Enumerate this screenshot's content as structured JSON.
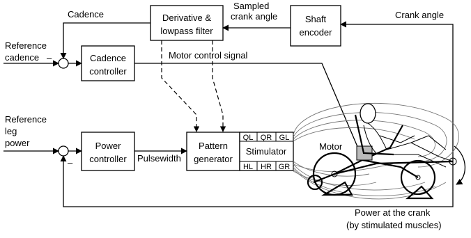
{
  "labels": {
    "cadence": "Cadence",
    "sampled_crank_angle_1": "Sampled",
    "sampled_crank_angle_2": "crank angle",
    "crank_angle": "Crank angle",
    "reference_cadence_1": "Reference",
    "reference_cadence_2": "cadence",
    "motor_control_signal": "Motor control signal",
    "reference_leg_power_1": "Reference",
    "reference_leg_power_2": "leg",
    "reference_leg_power_3": "power",
    "pulsewidth": "Pulsewidth",
    "motor": "Motor",
    "power_at_crank_1": "Power at the crank",
    "power_at_crank_2": "(by stimulated muscles)",
    "minus_top": "–",
    "minus_bottom": "–"
  },
  "blocks": {
    "derivative_filter_1": "Derivative &",
    "derivative_filter_2": "lowpass filter",
    "shaft_encoder_1": "Shaft",
    "shaft_encoder_2": "encoder",
    "cadence_controller_1": "Cadence",
    "cadence_controller_2": "controller",
    "power_controller_1": "Power",
    "power_controller_2": "controller",
    "pattern_generator_1": "Pattern",
    "pattern_generator_2": "generator",
    "stimulator": "Stimulator"
  },
  "channels": {
    "top": [
      "QL",
      "QR",
      "GL"
    ],
    "bottom": [
      "HL",
      "HR",
      "GR"
    ]
  }
}
